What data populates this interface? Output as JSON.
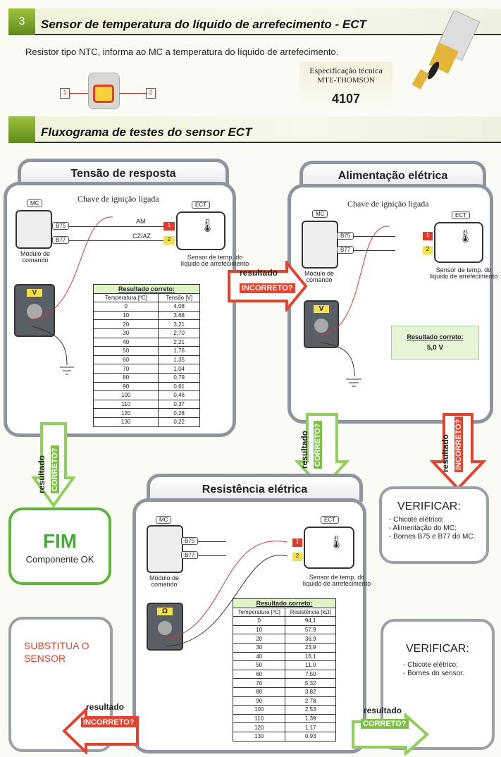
{
  "section": {
    "number": "3",
    "title": "Sensor de temperatura do líquido de arrefecimento - ECT",
    "description": "Resistor tipo NTC, informa ao MC a temperatura do líquido de arrefecimento.",
    "pins": [
      "1",
      "2"
    ]
  },
  "spec": {
    "label": "Especificação técnica",
    "brand": "MTE-THOMSON",
    "code": "4107"
  },
  "flow": {
    "title": "Fluxograma de testes do sensor ECT"
  },
  "common": {
    "mc": "MC",
    "ect": "ECT",
    "module": "Módulo de comando",
    "sensor": "Sensor de temp. do líquido de arrefecimento",
    "key": "Chave de ignição ligada",
    "b75": "B75",
    "b77": "B77",
    "pin1": "1",
    "pin2": "2",
    "result": "Resultado correto:",
    "temp_col": "Temperatura [ºC]"
  },
  "panel_voltage": {
    "title": "Tensão de resposta",
    "wire1": "AM",
    "wire2": "CZ/AZ",
    "meter": "V",
    "value_col": "Tensão [V]",
    "rows": [
      [
        "0",
        "4,08"
      ],
      [
        "10",
        "3,68"
      ],
      [
        "20",
        "3,21"
      ],
      [
        "30",
        "2,70"
      ],
      [
        "40",
        "2,21"
      ],
      [
        "50",
        "1,76"
      ],
      [
        "60",
        "1,35"
      ],
      [
        "70",
        "1,04"
      ],
      [
        "80",
        "0,79"
      ],
      [
        "90",
        "0,61"
      ],
      [
        "100",
        "0,46"
      ],
      [
        "110",
        "0,37"
      ],
      [
        "120",
        "0,28"
      ],
      [
        "130",
        "0,22"
      ]
    ]
  },
  "panel_supply": {
    "title": "Alimentação elétrica",
    "meter": "V",
    "result_value": "5,0 V"
  },
  "panel_resistance": {
    "title": "Resistência elétrica",
    "meter": "Ω",
    "value_col": "Resistência [kΩ]",
    "rows": [
      [
        "0",
        "94,1"
      ],
      [
        "10",
        "57,9"
      ],
      [
        "20",
        "36,9"
      ],
      [
        "30",
        "23,9"
      ],
      [
        "40",
        "16,1"
      ],
      [
        "50",
        "11,0"
      ],
      [
        "60",
        "7,50"
      ],
      [
        "70",
        "5,32"
      ],
      [
        "80",
        "3,82"
      ],
      [
        "90",
        "2,78"
      ],
      [
        "100",
        "2,53"
      ],
      [
        "110",
        "1,39"
      ],
      [
        "120",
        "1,17"
      ],
      [
        "130",
        "0,93"
      ]
    ]
  },
  "arrows": {
    "resultado": "resultado",
    "correto": "CORRETO?",
    "incorreto": "INCORRETO?"
  },
  "fim": {
    "title": "FIM",
    "subtitle": "Componente OK"
  },
  "verify1": {
    "title": "VERIFICAR:",
    "items": [
      "- Chicote elétrico;",
      "- Alimentação do MC;",
      "- Bornes B75 e B77 do MC."
    ]
  },
  "replace": {
    "text": "SUBSTITUA O SENSOR"
  },
  "verify2": {
    "title": "VERIFICAR:",
    "items": [
      "- Chicote elétrico;",
      "- Bornes do sensor."
    ]
  },
  "colors": {
    "green": "#7dc242",
    "red": "#e8412c",
    "gray": "#8f959c"
  }
}
